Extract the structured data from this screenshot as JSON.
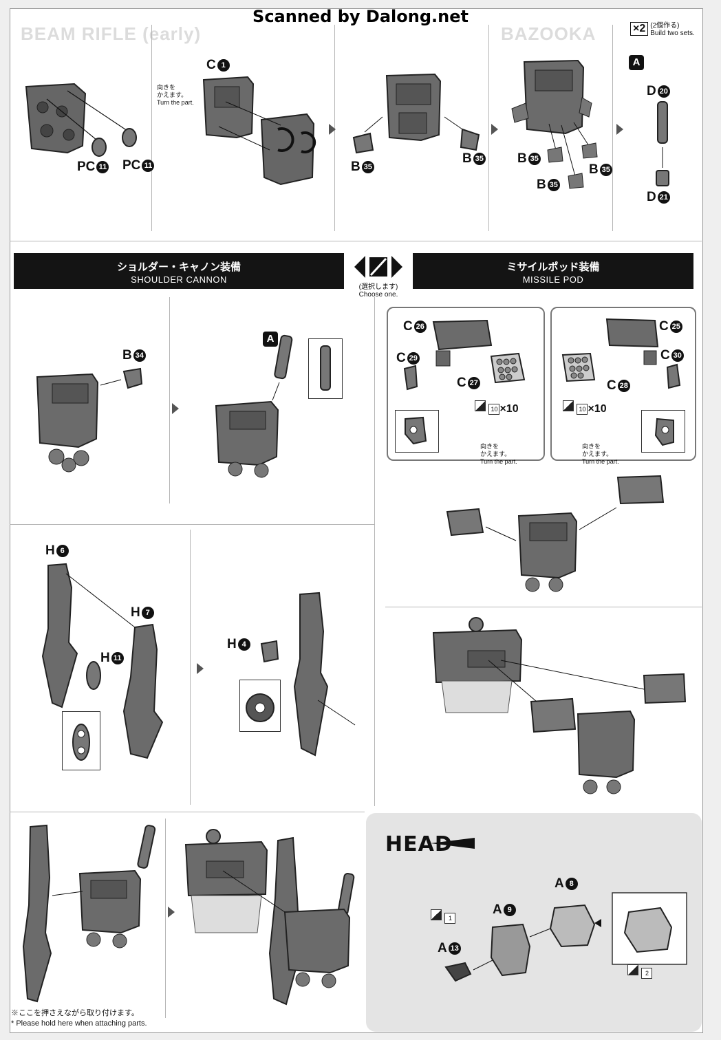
{
  "scan_credit": "Scanned by Dalong.net",
  "ghost_titles": [
    "BEAM RIFLE (early)",
    "BAZOOKA"
  ],
  "turn_note": {
    "jp": "向きを\nかえます。",
    "en": "Turn the part."
  },
  "build_two": {
    "count": "×2",
    "jp": "(2個作る)",
    "en": "Build two sets."
  },
  "step_badge": "A",
  "sections": {
    "shoulder_cannon": {
      "jp": "ショルダー・キャノン装備",
      "en": "SHOULDER CANNON"
    },
    "missile_pod": {
      "jp": "ミサイルポッド装備",
      "en": "MISSILE POD"
    },
    "choose": {
      "jp": "(選択します)",
      "en": "Choose one."
    },
    "head": "HEAD"
  },
  "parts": {
    "pc11": "PC",
    "pc11_num": "11",
    "c1": "C",
    "c1_num": "1",
    "b35": "B",
    "b35_num": "35",
    "d20": "D",
    "d20_num": "20",
    "d21": "D",
    "d21_num": "21",
    "b34": "B",
    "b34_num": "34",
    "c26": "C",
    "c26_num": "26",
    "c29": "C",
    "c29_num": "29",
    "c27": "C",
    "c27_num": "27",
    "c25": "C",
    "c25_num": "25",
    "c30": "C",
    "c30_num": "30",
    "c28": "C",
    "c28_num": "28",
    "h6": "H",
    "h6_num": "6",
    "h7": "H",
    "h7_num": "7",
    "h11": "H",
    "h11_num": "11",
    "h4": "H",
    "h4_num": "4",
    "a8": "A",
    "a8_num": "8",
    "a9": "A",
    "a9_num": "9",
    "a13": "A",
    "a13_num": "13"
  },
  "sticker_qty": {
    "num": "10",
    "times": "×10"
  },
  "head_stickers": [
    "1",
    "2"
  ],
  "footnote": {
    "jp": "※ここを押さえながら取り付けます。",
    "en": "* Please hold here when attaching parts."
  }
}
